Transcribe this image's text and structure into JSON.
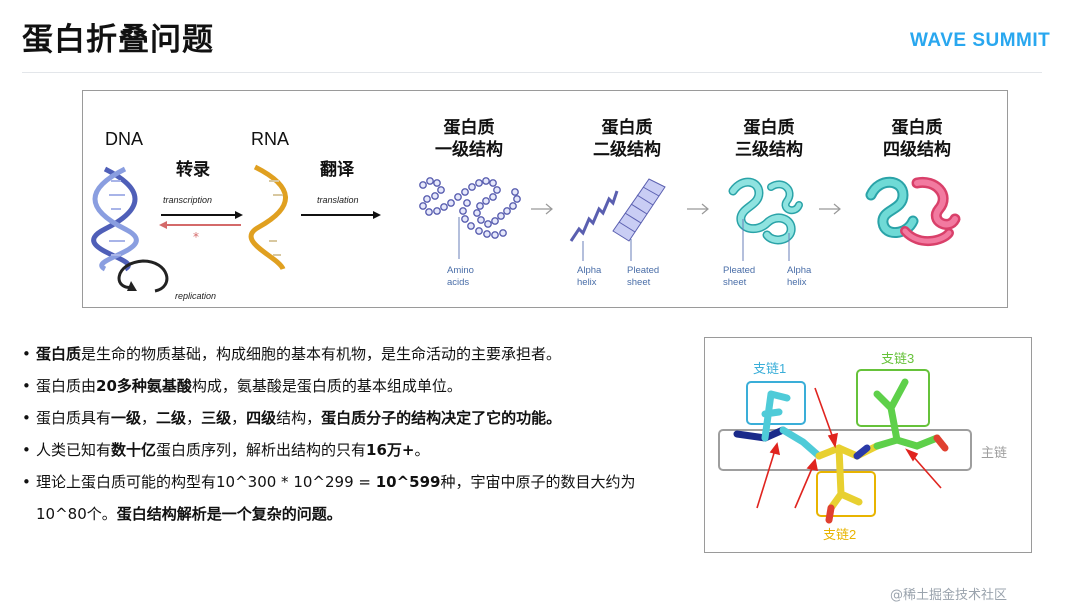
{
  "header": {
    "title": "蛋白折叠问题",
    "logo": "WAVE SUMMIT"
  },
  "figure": {
    "dna": "DNA",
    "rna": "RNA",
    "transcription_cn": "转录",
    "transcription_en": "transcription",
    "translation_cn": "翻译",
    "translation_en": "translation",
    "replication": "replication",
    "structures": [
      {
        "line1": "蛋白质",
        "line2": "一级结构"
      },
      {
        "line1": "蛋白质",
        "line2": "二级结构"
      },
      {
        "line1": "蛋白质",
        "line2": "三级结构"
      },
      {
        "line1": "蛋白质",
        "line2": "四级结构"
      }
    ],
    "notes": {
      "amino_1": "Amino",
      "amino_2": "acids",
      "alpha_1": "Alpha",
      "alpha_2": "helix",
      "pleated_1": "Pleated",
      "pleated_2": "sheet",
      "t_pleated_1": "Pleated",
      "t_pleated_2": "sheet",
      "t_alpha_1": "Alpha",
      "t_alpha_2": "helix"
    }
  },
  "bullets": [
    {
      "segments": [
        [
          "b",
          "蛋白质"
        ],
        [
          "n",
          "是生命的物质基础，构成细胞的基本有机物，是生命活动的主要承担者。"
        ]
      ]
    },
    {
      "segments": [
        [
          "n",
          "蛋白质由"
        ],
        [
          "b",
          "20多种氨基酸"
        ],
        [
          "n",
          "构成，氨基酸是蛋白质的基本组成单位。"
        ]
      ]
    },
    {
      "segments": [
        [
          "n",
          "蛋白质具有"
        ],
        [
          "b",
          "一级"
        ],
        [
          "n",
          "，"
        ],
        [
          "b",
          "二级"
        ],
        [
          "n",
          "，"
        ],
        [
          "b",
          "三级"
        ],
        [
          "n",
          "，"
        ],
        [
          "b",
          "四级"
        ],
        [
          "n",
          "结构，"
        ],
        [
          "b",
          "蛋白质分子的结构决定了它的功能。"
        ]
      ]
    },
    {
      "segments": [
        [
          "n",
          "人类已知有"
        ],
        [
          "b",
          "数十亿"
        ],
        [
          "n",
          "蛋白质序列，解析出结构的只有"
        ],
        [
          "b",
          "16万+"
        ],
        [
          "n",
          "。"
        ]
      ]
    },
    {
      "segments": [
        [
          "n",
          "理论上蛋白质可能的构型有10^300 * 10^299 = "
        ],
        [
          "b",
          "10^599"
        ],
        [
          "n",
          "种，宇宙中原子的数目大约为10^80个。"
        ],
        [
          "b",
          "蛋白结构解析是一个复杂的问题。"
        ]
      ]
    }
  ],
  "molecule": {
    "side1": "支链1",
    "side2": "支链2",
    "side3": "支链3",
    "main": "主链"
  },
  "watermark": "@稀土掘金技术社区",
  "colors": {
    "logo": "#29a7ef",
    "side1": "#3aaed8",
    "side2": "#e8b400",
    "side3": "#66c23a",
    "main": "#9e9e9e",
    "arrow": "#e0241f"
  }
}
